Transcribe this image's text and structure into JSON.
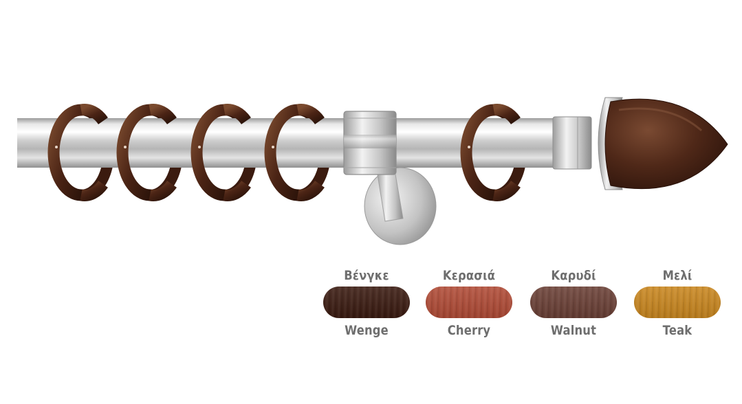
{
  "product": {
    "rod_color": "#c9c9c9",
    "ring_color": "#5a2e1a",
    "finial_color": "#4a2516",
    "bracket_color": "#bdbdbd"
  },
  "swatches": [
    {
      "label_gr": "Βένγκε",
      "label_en": "Wenge",
      "color": "#3a1a10"
    },
    {
      "label_gr": "Κερασιά",
      "label_en": "Cherry",
      "color": "#b04a35"
    },
    {
      "label_gr": "Καρυδί",
      "label_en": "Walnut",
      "color": "#6a3f35"
    },
    {
      "label_gr": "Μελί",
      "label_en": "Teak",
      "color": "#c9861e"
    }
  ]
}
